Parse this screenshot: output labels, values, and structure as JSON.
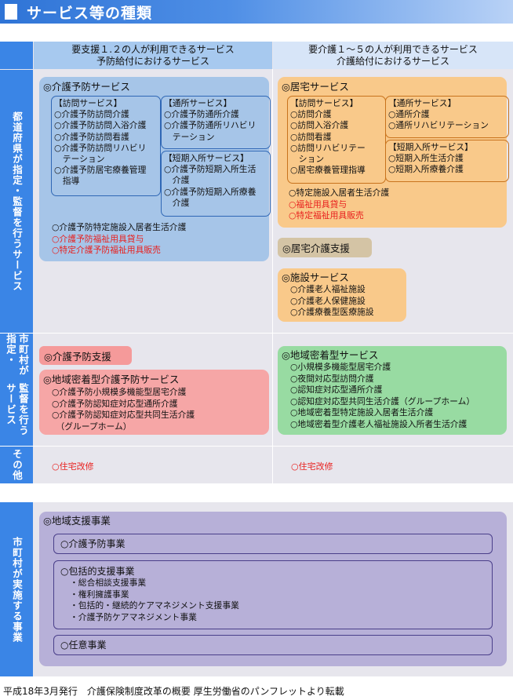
{
  "title": "サービス等の種類",
  "columns": {
    "left": [
      "要支援１.２の人が利用できるサービス",
      "予防給付におけるサービス"
    ],
    "right": [
      "要介護１～５の人が利用できるサービス",
      "介護給付におけるサービス"
    ]
  },
  "row_labels": {
    "pref": "都道府県が指定・監督を行うサービス",
    "city": [
      "市町村が指定・",
      "監督を行うサービス"
    ],
    "other": "その他",
    "city_impl": "市町村が実施する事業"
  },
  "prevention": {
    "title": "◎介護予防サービス",
    "visit": {
      "title": "【訪問サービス】",
      "items": [
        "○介護予防訪問介護",
        "○介護予防訪問入浴介護",
        "○介護予防訪問看護",
        "○介護予防訪問リハビリ",
        "　テーション",
        "○介護予防居宅療養管理",
        "　指導"
      ]
    },
    "day": {
      "title": "【通所サービス】",
      "items": [
        "○介護予防通所介護",
        "○介護予防通所リハビリ",
        "　テーション"
      ]
    },
    "short": {
      "title": "【短期入所サービス】",
      "items": [
        "○介護予防短期入所生活",
        "　介護",
        "○介護予防短期入所療養",
        "　介護"
      ]
    },
    "extra": [
      "○介護予防特定施設入居者生活介護"
    ],
    "extra_red": [
      "○介護予防福祉用具貸与",
      "○特定介護予防福祉用具販売"
    ]
  },
  "home": {
    "title": "◎居宅サービス",
    "visit": {
      "title": "【訪問サービス】",
      "items": [
        "○訪問介護",
        "○訪問入浴介護",
        "○訪問看護",
        "○訪問リハビリテー",
        "　ション",
        "○居宅療養管理指導"
      ]
    },
    "day": {
      "title": "【通所サービス】",
      "items": [
        "○通所介護",
        "○通所リハビリテーション"
      ]
    },
    "short": {
      "title": "【短期入所サービス】",
      "items": [
        "○短期入所生活介護",
        "○短期入所療養介護"
      ]
    },
    "extra": [
      "○特定施設入居者生活介護"
    ],
    "extra_red": [
      "○福祉用具貸与",
      "○特定福祉用具販売"
    ]
  },
  "care_support": "◎居宅介護支援",
  "facility": {
    "title": "◎施設サービス",
    "items": [
      "○介護老人福祉施設",
      "○介護老人保健施設",
      "○介護療養型医療施設"
    ]
  },
  "prev_support": "◎介護予防支援",
  "prev_community": {
    "title": "◎地域密着型介護予防サービス",
    "items": [
      "○介護予防小規模多機能型居宅介護",
      "○介護予防認知症対応型通所介護",
      "○介護予防認知症対応型共同生活介護",
      "　（グループホーム）"
    ]
  },
  "community": {
    "title": "◎地域密着型サービス",
    "items": [
      "○小規模多機能型居宅介護",
      "○夜間対応型訪問介護",
      "○認知症対応型通所介護",
      "○認知症対応型共同生活介護（グループホーム）",
      "○地域密着型特定施設入居者生活介護",
      "○地域密着型介護老人福祉施設入所者生活介護"
    ]
  },
  "other_left": "○住宅改修",
  "other_right": "○住宅改修",
  "regional": {
    "title": "◎地域支援事業",
    "prev": "○介護予防事業",
    "comprehensive": {
      "title": "○包括的支援事業",
      "items": [
        "・総合相談支援事業",
        "・権利擁護事業",
        "・包括的・継続的ケアマネジメント支援事業",
        "・介護予防ケアマネジメント事業"
      ]
    },
    "optional": "○任意事業"
  },
  "footer": "平成18年3月発行　介護保険制度改革の概要 厚生労働省のパンフレットより転載",
  "colors": {
    "blue": "#3a85e6",
    "light_blue_box": "#a6c5e8",
    "orange": "#f9c98a",
    "tan": "#d4c4a5",
    "pink": "#f6a6a6",
    "green": "#98dba2",
    "purple": "#b7b0d8",
    "panel": "#e7e6ed"
  }
}
